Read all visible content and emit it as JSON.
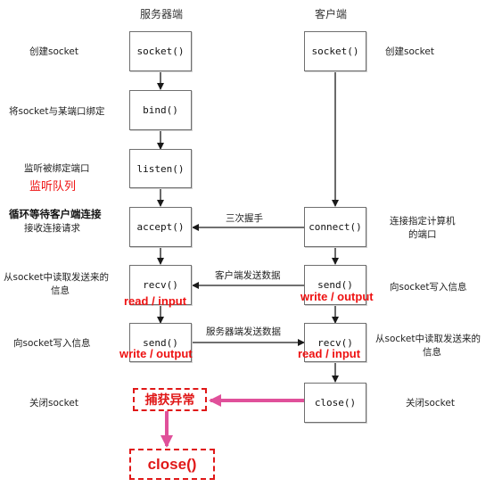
{
  "headers": {
    "server": "服务器端",
    "client": "客户端"
  },
  "server": {
    "socket": "socket()",
    "bind": "bind()",
    "listen": "listen()",
    "accept": "accept()",
    "recv": "recv()",
    "send": "send()"
  },
  "client": {
    "socket": "socket()",
    "connect": "connect()",
    "send": "send()",
    "recv": "recv()",
    "close": "close()"
  },
  "left_labels": {
    "create": "创建socket",
    "bind": "将socket与某端口绑定",
    "listen": "监听被绑定端口",
    "listen_queue": "监听队列",
    "accept_loop": "循环等待客户端连接",
    "accept_recv": "接收连接请求",
    "recv_line1": "从socket中读取发送来的",
    "recv_line2": "信息",
    "send": "向socket写入信息",
    "close": "关闭socket"
  },
  "right_labels": {
    "create": "创建socket",
    "connect_line1": "连接指定计算机",
    "connect_line2": "的端口",
    "send": "向socket写入信息",
    "recv_line1": "从socket中读取发送来的",
    "recv_line2": "信息",
    "close": "关闭socket"
  },
  "arrows": {
    "handshake": "三次握手",
    "client_send": "客户端发送数据",
    "server_send": "服务器端发送数据"
  },
  "annotations": {
    "server_read": "read / input",
    "client_write": "write / output",
    "server_write": "write / output",
    "client_read": "read / input",
    "catch_exception": "捕获异常",
    "close": "close()"
  },
  "colors": {
    "accent_red": "#e01818",
    "arrow_pink": "#e0509a",
    "line": "#1a1a1a"
  }
}
